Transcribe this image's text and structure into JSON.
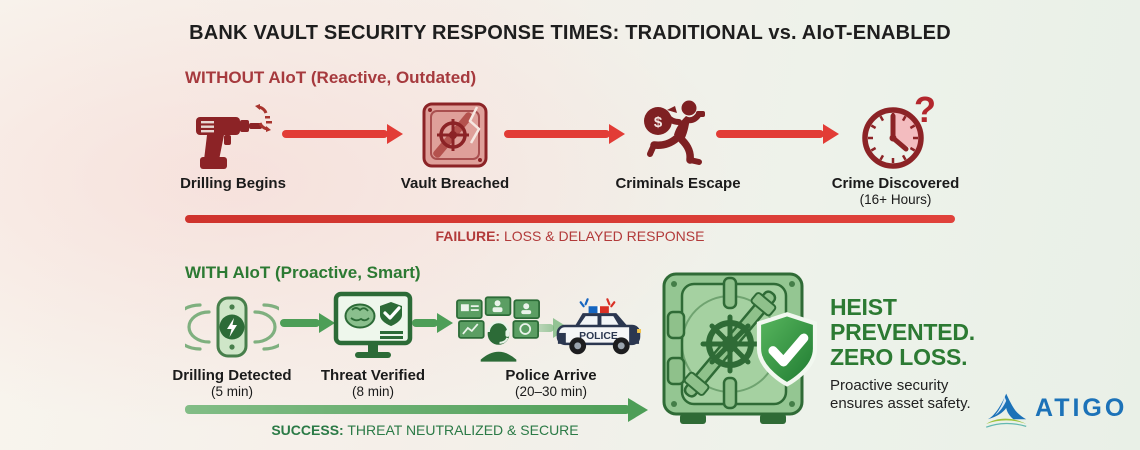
{
  "title": "BANK VAULT SECURITY RESPONSE TIMES: TRADITIONAL vs. AIoT-ENABLED",
  "without_section": {
    "heading": "WITHOUT AIoT (Reactive, Outdated)",
    "steps": [
      {
        "label": "Drilling Begins"
      },
      {
        "label": "Vault Breached"
      },
      {
        "label": "Criminals Escape"
      },
      {
        "label": "Crime Discovered",
        "sublabel": "(16+ Hours)"
      }
    ],
    "caption": {
      "bold": "FAILURE:",
      "rest": " LOSS & DELAYED RESPONSE"
    }
  },
  "with_section": {
    "heading": "WITH AIoT (Proactive, Smart)",
    "steps": [
      {
        "label": "Drilling Detected",
        "sublabel": "(5 min)"
      },
      {
        "label": "Threat Verified",
        "sublabel": "(8 min)"
      },
      {
        "label": "Police Arrive",
        "sublabel": "(20–30 min)"
      }
    ],
    "police_car_label": "POLICE",
    "result": {
      "heading_lines": [
        "HEIST",
        "PREVENTED.",
        "ZERO LOSS."
      ],
      "subtext_lines": [
        "Proactive security",
        "ensures asset safety."
      ]
    },
    "caption": {
      "bold": "SUCCESS:",
      "rest": " THREAT NEUTRALIZED & SECURE"
    }
  },
  "glyphs": {
    "dollar": "$",
    "question_mark": "?"
  },
  "logo": {
    "text": "ATIGO"
  },
  "colors": {
    "red_arrow": "#e23c36",
    "dark_red_icon": "#8c2326",
    "red_heading": "#a63a3e",
    "failure_text": "#b23a3a",
    "green_arrow": "#4d9e57",
    "green_heading": "#2c7a33",
    "success_text": "#2b7a46",
    "logo_blue": "#1c72b8",
    "logo_green": "#9fc43c"
  }
}
